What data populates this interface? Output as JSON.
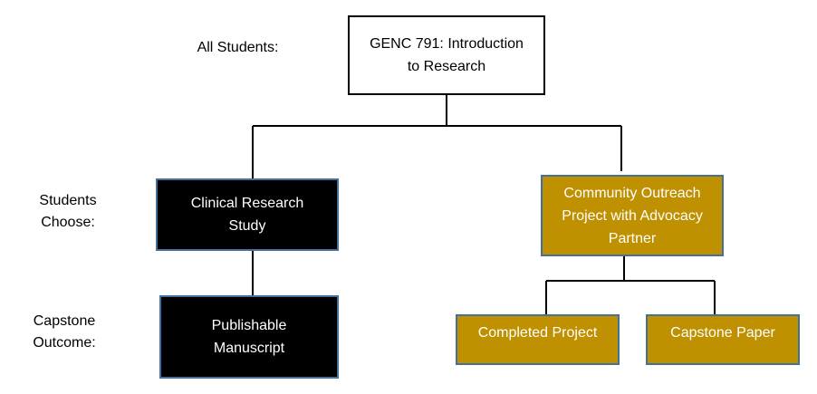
{
  "row_labels": {
    "all_students": "All Students:",
    "students_choose_line1": "Students",
    "students_choose_line2": "Choose:",
    "capstone_outcome_line1": "Capstone",
    "capstone_outcome_line2": "Outcome:"
  },
  "nodes": {
    "intro": {
      "line1": "GENC 791: Introduction",
      "line2": "to Research"
    },
    "clinical": {
      "line1": "Clinical Research",
      "line2": "Study"
    },
    "community": {
      "line1": "Community Outreach",
      "line2": "Project with Advocacy",
      "line3": "Partner"
    },
    "manuscript": {
      "line1": "Publishable",
      "line2": "Manuscript"
    },
    "completed": {
      "line1": "Completed Project"
    },
    "capstone_paper": {
      "line1": "Capstone Paper"
    }
  },
  "colors": {
    "gold": "#bf9000",
    "black": "#000000",
    "border_blue": "#41719c",
    "connector": "#000000"
  }
}
